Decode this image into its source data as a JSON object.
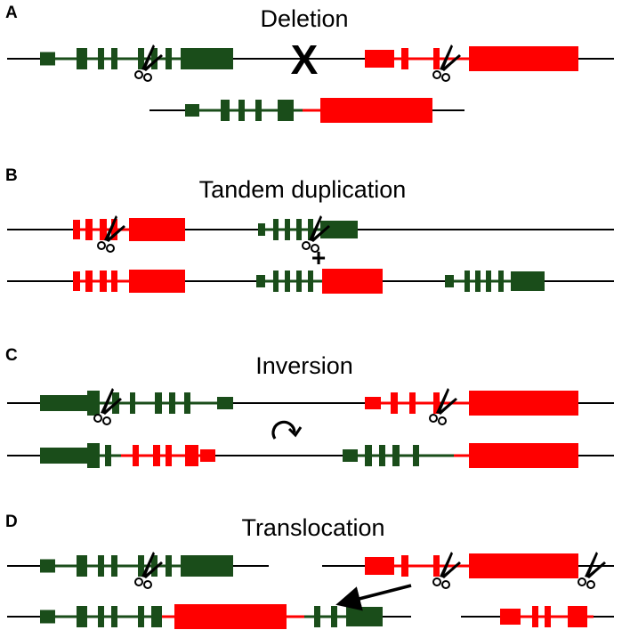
{
  "panels": [
    {
      "letter": "A",
      "title": "Deletion"
    },
    {
      "letter": "B",
      "title": "Tandem duplication"
    },
    {
      "letter": "C",
      "title": "Inversion"
    },
    {
      "letter": "D",
      "title": "Translocation"
    }
  ],
  "marks": {
    "deletion_x": "X",
    "duplication_plus": "+"
  },
  "colors": {
    "gene_green": "#1a4d1a",
    "gene_red": "#ff0000",
    "chromosome_line": "#000000"
  },
  "icons": [
    "scissors-icon",
    "rotate-arrow-icon",
    "move-arrow-icon"
  ]
}
